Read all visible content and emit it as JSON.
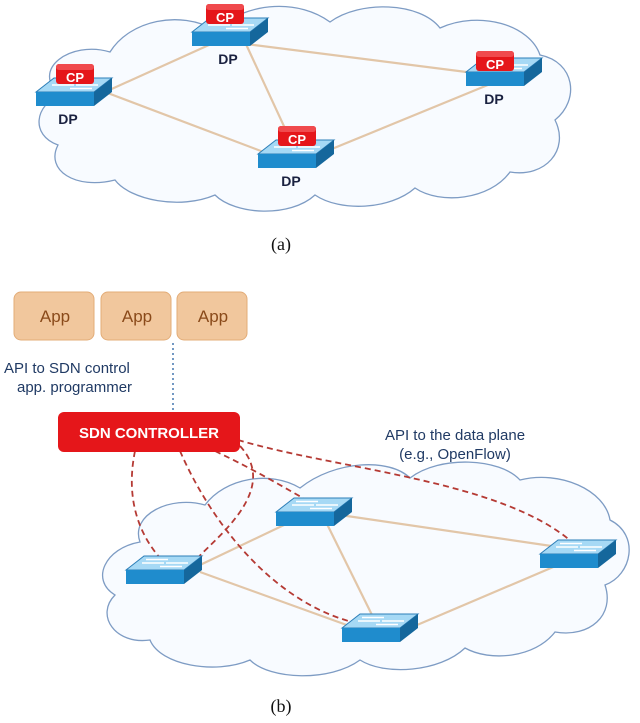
{
  "panel_a": {
    "caption": "(a)",
    "switches": [
      {
        "cp_label": "CP",
        "dp_label": "DP"
      },
      {
        "cp_label": "CP",
        "dp_label": "DP"
      },
      {
        "cp_label": "CP",
        "dp_label": "DP"
      },
      {
        "cp_label": "CP",
        "dp_label": "DP"
      }
    ]
  },
  "panel_b": {
    "caption": "(b)",
    "apps": [
      "App",
      "App",
      "App"
    ],
    "northbound_api_line1": "API to SDN control",
    "northbound_api_line2": "app. programmer",
    "controller_label": "SDN CONTROLLER",
    "southbound_api_line1": "API to the data plane",
    "southbound_api_line2": "(e.g., OpenFlow)"
  },
  "colors": {
    "cp_red": "#e5161a",
    "switch_blue": "#1f8ccd",
    "switch_top": "#9fd4f2",
    "link_tan": "#e2c6a8",
    "control_dash": "#b53a34",
    "app_fill": "#f1c79d",
    "app_text": "#8a4a1a",
    "cloud_stroke": "#7e9cc4",
    "cloud_fill": "#f8fbff",
    "label_navy": "#203a64"
  }
}
